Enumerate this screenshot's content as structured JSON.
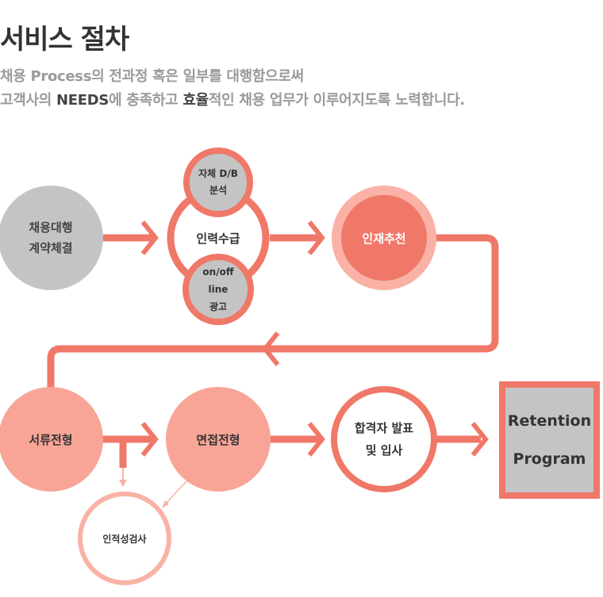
{
  "header": {
    "title": "서비스 절차",
    "subtitle_line1": "채용 Process의 전과정 혹은 일부를 대행함으로써",
    "subtitle_line2_parts": [
      "고객사의 ",
      "NEEDS",
      "에 충족하고 ",
      "효율",
      "적인 채용 업무가 이루어지도록 노력합니다."
    ]
  },
  "colors": {
    "accent": "#f07868",
    "accent_light": "#f9b2a5",
    "accent_pale": "#f8a597",
    "gray": "#c4c4c4",
    "white": "#ffffff",
    "text_dark": "#333333",
    "text_muted": "#9a9a9a"
  },
  "steps": {
    "contract": [
      "채용대행",
      "계약체결"
    ],
    "sourcing": [
      "인력수급"
    ],
    "db_analysis": [
      "자체 D/B",
      "분석"
    ],
    "advertising": [
      "on/off",
      "line",
      "광고"
    ],
    "recommend": [
      "인재추천"
    ],
    "document": [
      "서류전형"
    ],
    "interview": [
      "면접전형"
    ],
    "aptitude": [
      "인적성검사"
    ],
    "announcement": [
      "합격자 발표",
      "및 입사"
    ],
    "retention": [
      "Retention",
      "Program"
    ]
  }
}
